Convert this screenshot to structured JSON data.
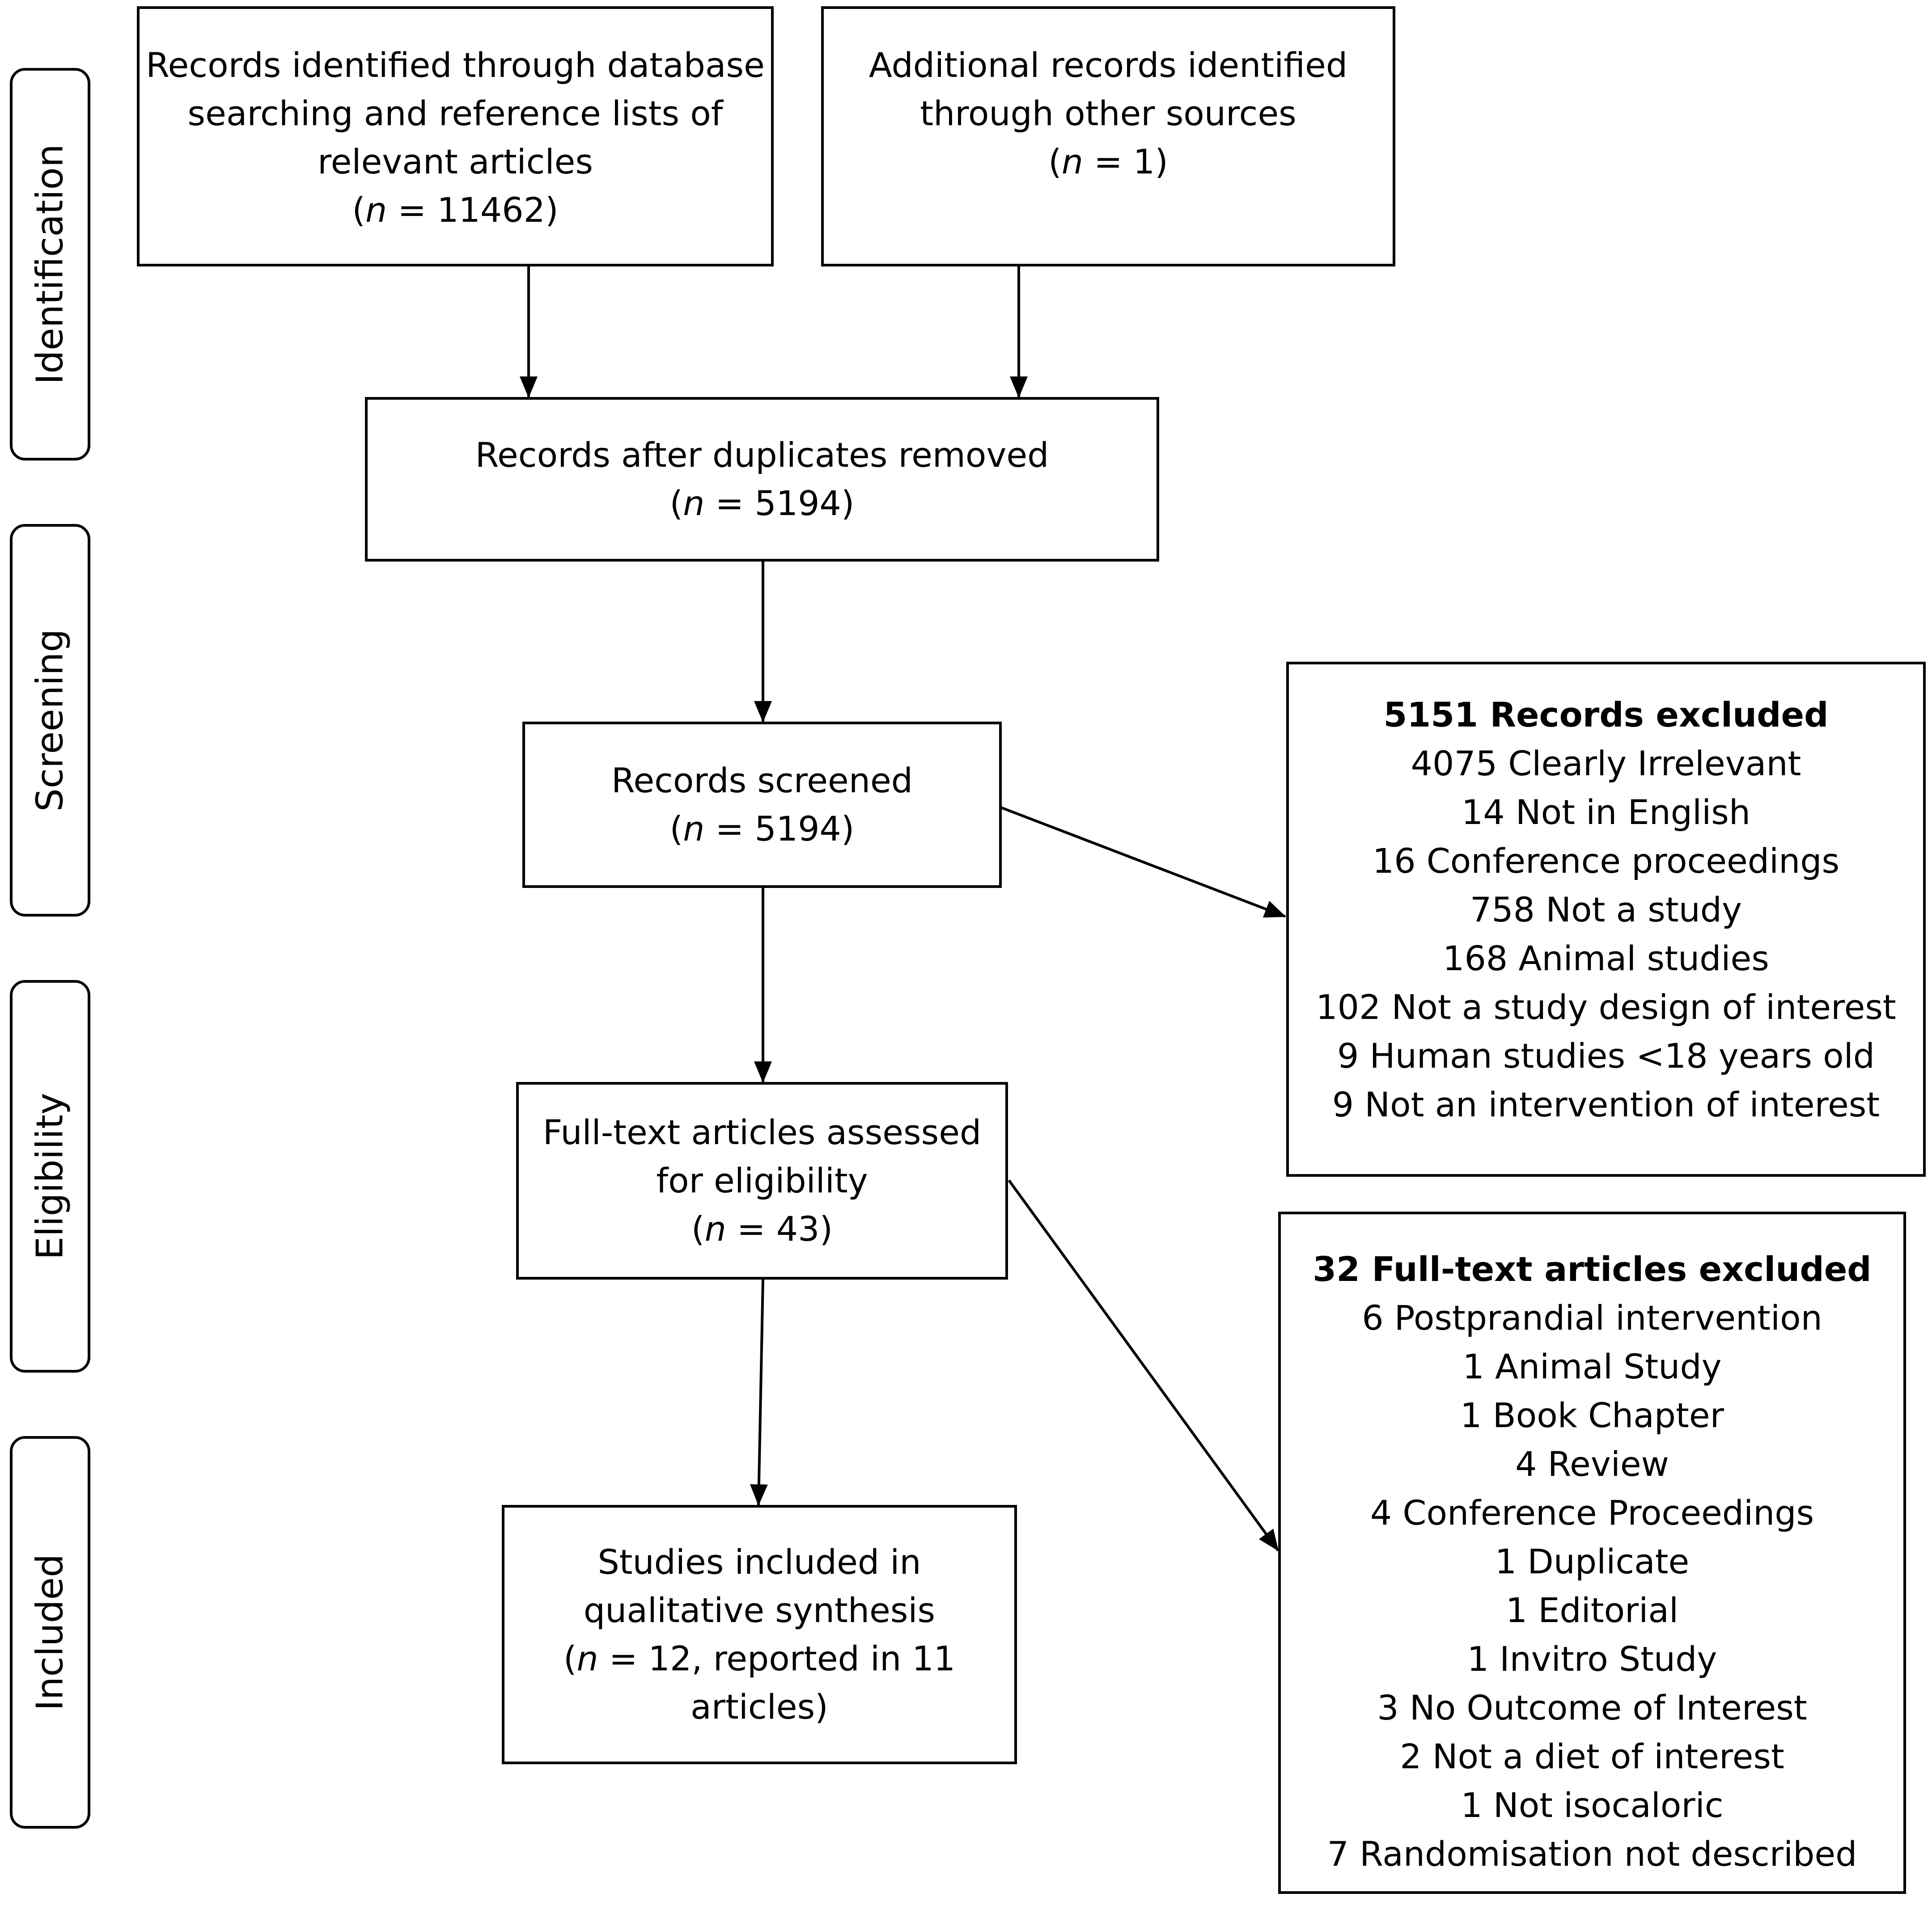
{
  "stages": {
    "identification": "Identification",
    "screening": "Screening",
    "eligibility": "Eligibility",
    "included": "Included"
  },
  "boxes": {
    "database": {
      "lines": [
        "Records identified through database",
        "searching and reference lists of",
        "relevant articles"
      ],
      "n_prefix": "(",
      "n_var": "n",
      "n_suffix": " = 11462)"
    },
    "other_sources": {
      "lines": [
        "Additional records identified",
        "through other sources"
      ],
      "n_prefix": "(",
      "n_var": "n",
      "n_suffix": " = 1)"
    },
    "deduplicated": {
      "lines": [
        "Records after duplicates removed"
      ],
      "n_prefix": "(",
      "n_var": "n",
      "n_suffix": " = 5194)"
    },
    "screened": {
      "lines": [
        "Records screened"
      ],
      "n_prefix": "(",
      "n_var": "n",
      "n_suffix": " = 5194)"
    },
    "full_text": {
      "lines": [
        "Full-text articles assessed",
        "for eligibility"
      ],
      "n_prefix": "(",
      "n_var": "n",
      "n_suffix": " = 43)"
    },
    "included": {
      "lines": [
        "Studies included in",
        "qualitative synthesis"
      ],
      "n_prefix": "(",
      "n_var": "n",
      "n_suffix": " = 12, reported in 11",
      "last_line": "articles)"
    }
  },
  "records_excluded": {
    "title": "5151 Records excluded",
    "items": [
      "4075 Clearly Irrelevant",
      "14 Not in English",
      "16 Conference proceedings",
      "758 Not a study",
      "168 Animal studies",
      "102 Not a study design of interest",
      "9 Human studies <18 years old",
      "9 Not an intervention of interest"
    ]
  },
  "fulltext_excluded": {
    "title": "32 Full-text articles excluded",
    "items": [
      "6 Postprandial intervention",
      "1 Animal Study",
      "1 Book Chapter",
      "4 Review",
      "4 Conference Proceedings",
      "1 Duplicate",
      "1 Editorial",
      "1 Invitro Study",
      "3 No Outcome of Interest",
      "2 Not a diet of interest",
      "1 Not isocaloric",
      "7 Randomisation not described"
    ]
  }
}
